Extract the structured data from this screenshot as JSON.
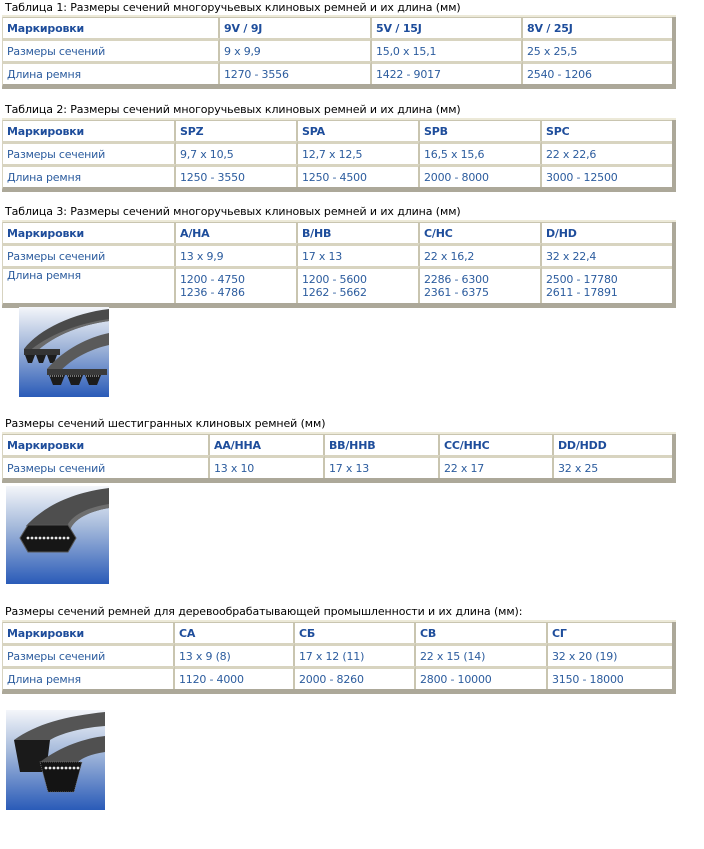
{
  "tables": [
    {
      "caption": "Таблица 1: Размеры сечений многоручьевых клиновых ремней и их длина (мм)",
      "headers": [
        "Маркировки",
        "9V / 9J",
        "5V / 15J",
        "8V / 25J"
      ],
      "rows": [
        {
          "label": "Размеры сечений",
          "values": [
            [
              "9 x 9,9"
            ],
            [
              "15,0 x 15,1"
            ],
            [
              "25 x 25,5"
            ]
          ]
        },
        {
          "label": "Длина ремня",
          "values": [
            [
              "1270 - 3556"
            ],
            [
              "1422 - 9017"
            ],
            [
              "2540 - 1206"
            ]
          ]
        }
      ]
    },
    {
      "caption": "Таблица 2: Размеры сечений многоручьевых клиновых ремней и их длина (мм)",
      "headers": [
        "Маркировки",
        "SPZ",
        "SPA",
        "SPB",
        "SPC"
      ],
      "rows": [
        {
          "label": "Размеры сечений",
          "values": [
            [
              "9,7 x 10,5"
            ],
            [
              "12,7 x 12,5"
            ],
            [
              "16,5 x 15,6"
            ],
            [
              "22 x 22,6"
            ]
          ]
        },
        {
          "label": "Длина ремня",
          "values": [
            [
              "1250 - 3550"
            ],
            [
              "1250 - 4500"
            ],
            [
              "2000 - 8000"
            ],
            [
              "3000 - 12500"
            ]
          ]
        }
      ]
    },
    {
      "caption": "Таблица 3: Размеры сечений многоручьевых клиновых ремней и их длина (мм)",
      "headers": [
        "Маркировки",
        "A/HA",
        "B/HB",
        "C/HC",
        "D/HD"
      ],
      "rows": [
        {
          "label": "Размеры сечений",
          "values": [
            [
              "13 x 9,9"
            ],
            [
              "17 x 13"
            ],
            [
              "22 x 16,2"
            ],
            [
              "32 x 22,4"
            ]
          ]
        },
        {
          "label": "Длина ремня",
          "values": [
            [
              "1200 - 4750",
              "1236 - 4786"
            ],
            [
              "1200 - 5600",
              "1262 - 5662"
            ],
            [
              "2286 - 6300",
              "2361 - 6375"
            ],
            [
              "2500 - 17780",
              "2611 - 17891"
            ]
          ]
        }
      ]
    },
    {
      "caption": "Размеры сечений шестигранных клиновых ремней (мм)",
      "headers": [
        "Маркировки",
        "AA/HHA",
        "BB/HHB",
        "CC/HHC",
        "DD/HDD"
      ],
      "rows": [
        {
          "label": "Размеры сечений",
          "values": [
            [
              "13 x 10"
            ],
            [
              "17 x 13"
            ],
            [
              "22 x 17"
            ],
            [
              "32 x 25"
            ]
          ]
        }
      ]
    },
    {
      "caption": "Размеры сечений ремней для деревообрабатывающей промышленности и их длина (мм):",
      "headers": [
        "Маркировки",
        "CA",
        "CБ",
        "CB",
        "CГ"
      ],
      "rows": [
        {
          "label": "Размеры сечений",
          "values": [
            [
              "13 x 9 (8)"
            ],
            [
              "17 x 12 (11)"
            ],
            [
              "22 x 15 (14)"
            ],
            [
              "32 x 20 (19)"
            ]
          ]
        },
        {
          "label": "Длина ремня",
          "values": [
            [
              "1120 - 4000"
            ],
            [
              "2000 - 8260"
            ],
            [
              "2800 - 10000"
            ],
            [
              "3150 - 18000"
            ]
          ]
        }
      ]
    }
  ],
  "images": [
    {
      "icon": "multi-rib-belt-image"
    },
    {
      "icon": "hexagonal-belt-image"
    },
    {
      "icon": "woodworking-v-belt-image"
    }
  ],
  "colors": {
    "text_blue": "#2c5c9e",
    "header_blue": "#1e4d9b",
    "border": "#aca899",
    "grid": "#d8d4c0"
  }
}
